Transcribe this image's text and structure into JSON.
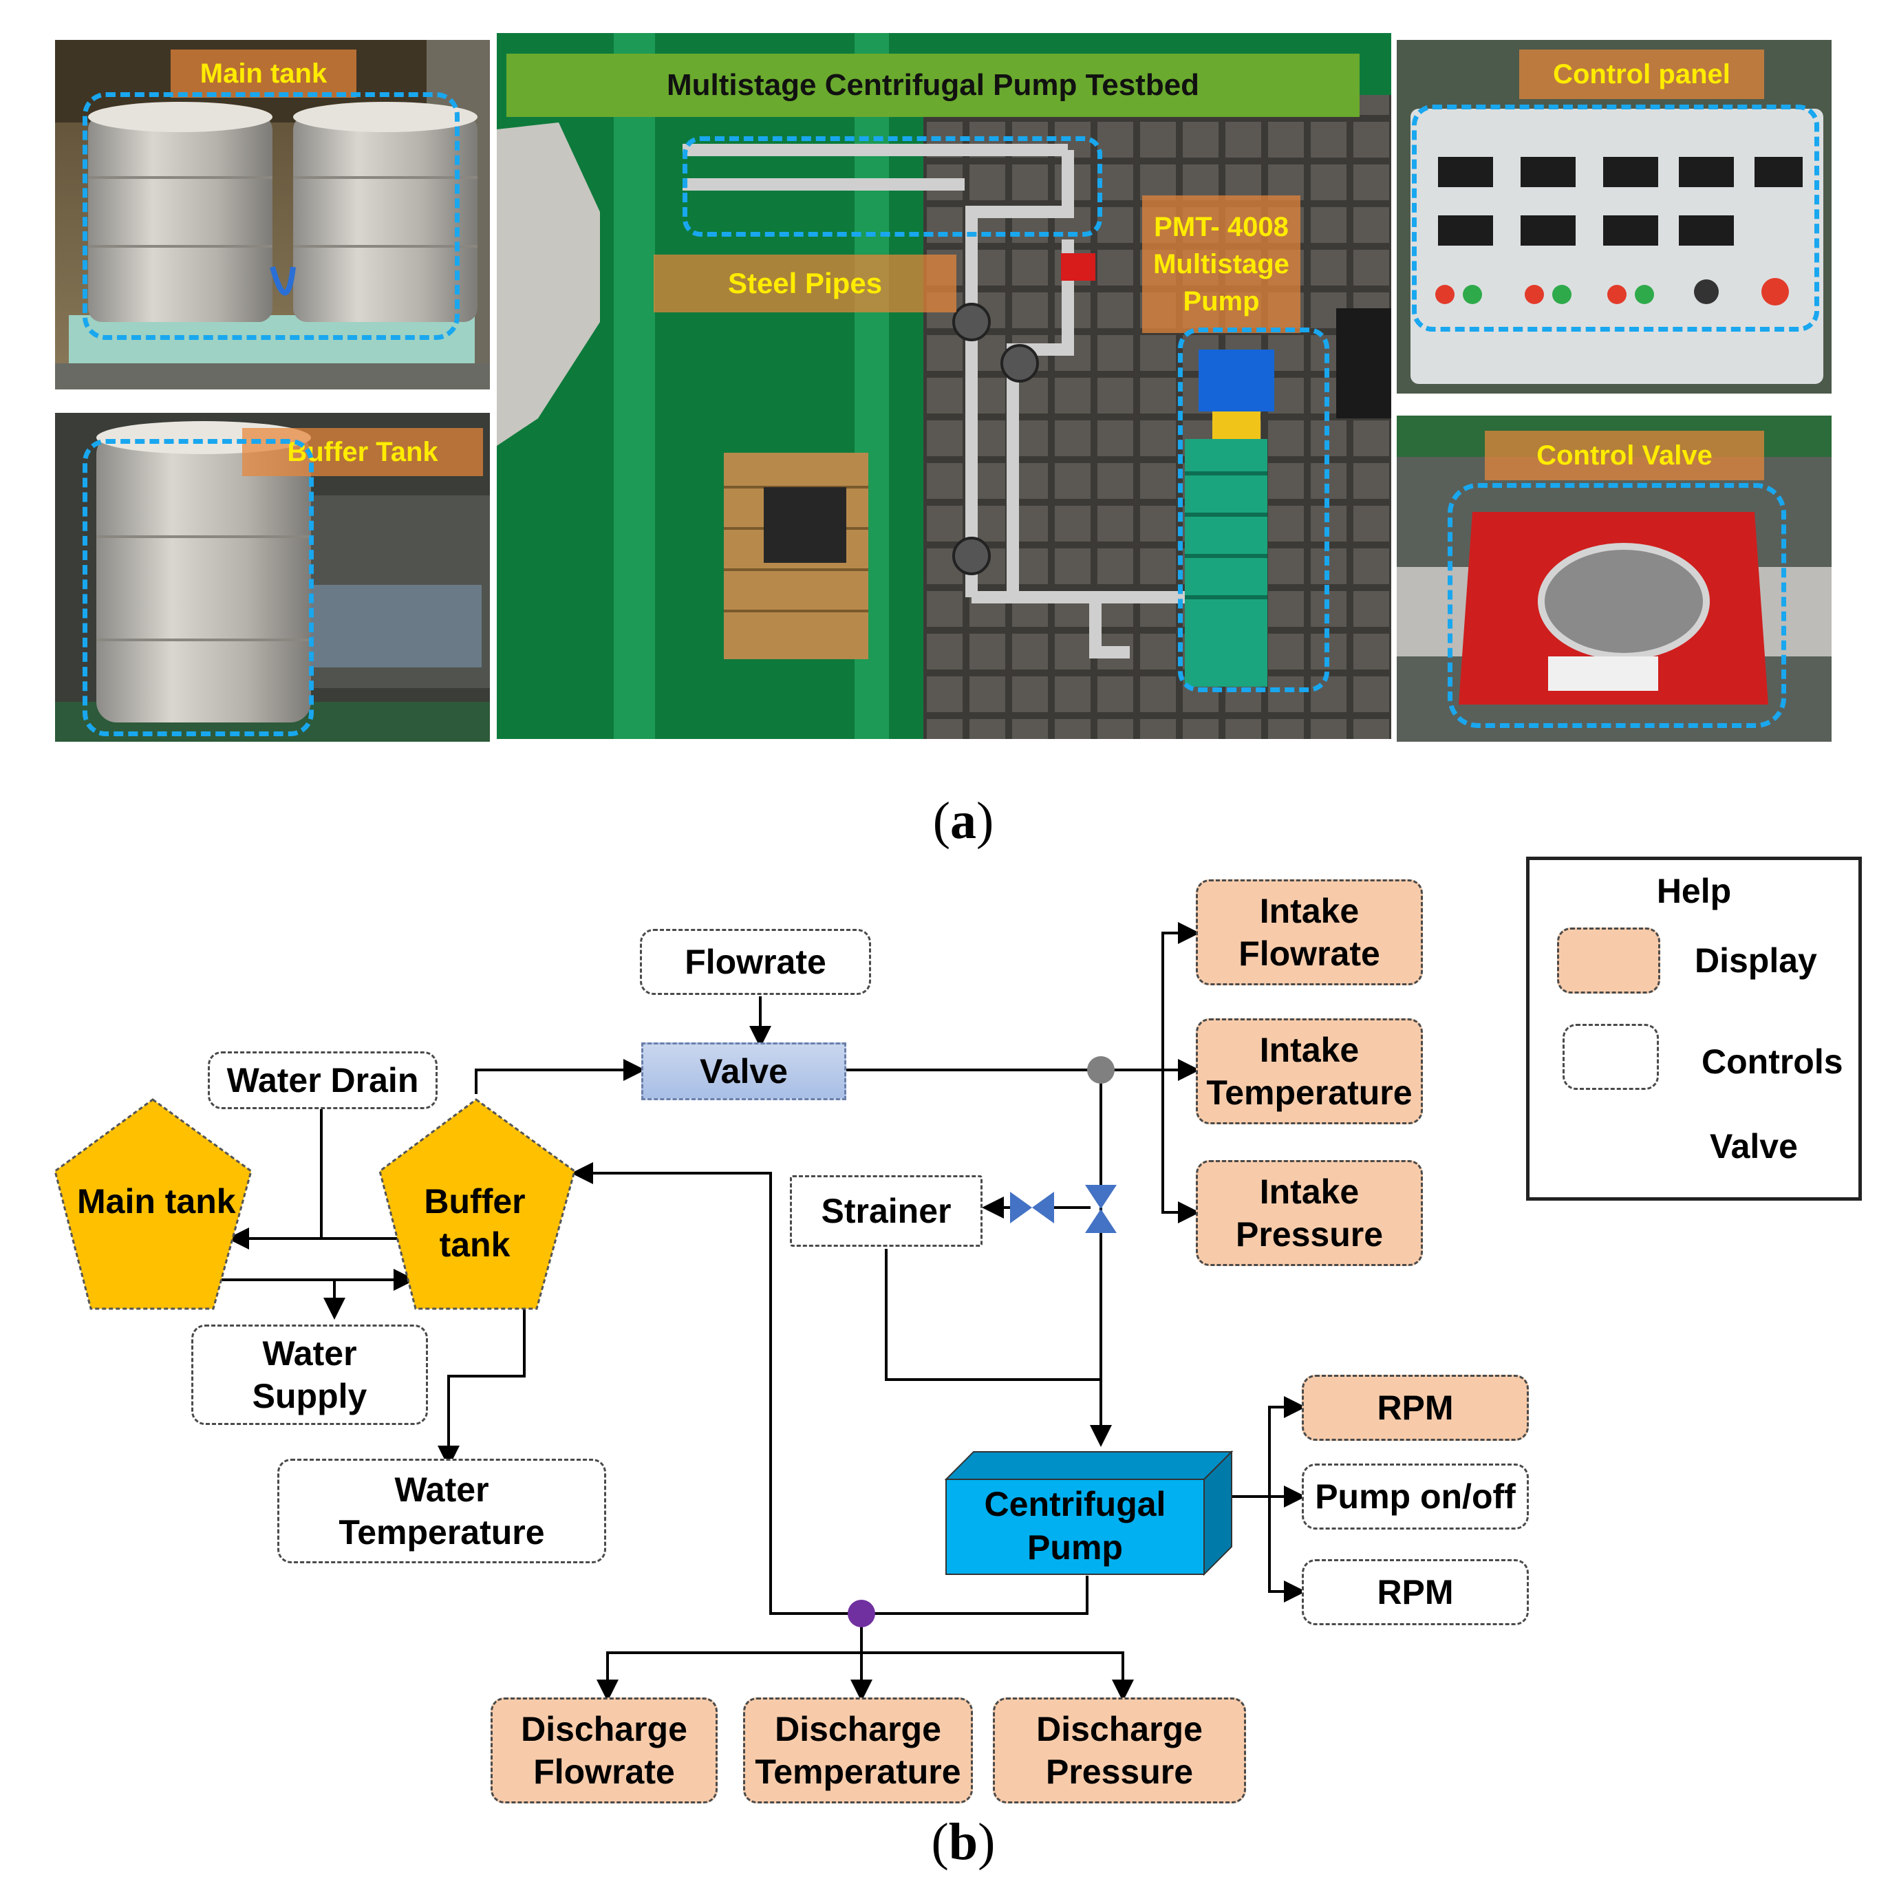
{
  "panel_a": {
    "caption_letter": "a",
    "testbed_title": "Multistage Centrifugal Pump Testbed",
    "labels": {
      "main_tank": "Main tank",
      "buffer_tank": "Buffer Tank",
      "steel_pipes": "Steel Pipes",
      "pump": [
        "PMT- 4008",
        "Multistage",
        "Pump"
      ],
      "control_panel": "Control panel",
      "control_valve": "Control Valve"
    }
  },
  "panel_b": {
    "caption_letter": "b",
    "nodes": {
      "flowrate": "Flowrate",
      "valve": "Valve",
      "water_drain": "Water Drain",
      "main_tank": "Main tank",
      "buffer_tank": [
        "Buffer",
        "tank"
      ],
      "water_supply": [
        "Water",
        "Supply"
      ],
      "water_temperature": [
        "Water",
        "Temperature"
      ],
      "strainer": "Strainer",
      "intake_flowrate": [
        "Intake",
        "Flowrate"
      ],
      "intake_temperature": [
        "Intake",
        "Temperature"
      ],
      "intake_pressure": [
        "Intake",
        "Pressure"
      ],
      "centrifugal_pump": [
        "Centrifugal",
        "Pump"
      ],
      "rpm_display": "RPM",
      "pump_onoff": "Pump on/off",
      "rpm_control": "RPM",
      "discharge_flowrate": [
        "Discharge",
        "Flowrate"
      ],
      "discharge_temperature": [
        "Discharge",
        "Temperature"
      ],
      "discharge_pressure": [
        "Discharge",
        "Pressure"
      ]
    },
    "legend": {
      "title": "Help",
      "display": "Display",
      "controls": "Controls",
      "valve": "Valve"
    }
  },
  "colors": {
    "display_fill": "#f7cbaa",
    "tank_fill": "#ffc000",
    "valve_fill": "#b4c7e7",
    "pump_fill": "#00b0f0",
    "valve_symbol": "#4472c4",
    "photo_label": "#ffec00",
    "photo_box": "#19a7ef"
  }
}
